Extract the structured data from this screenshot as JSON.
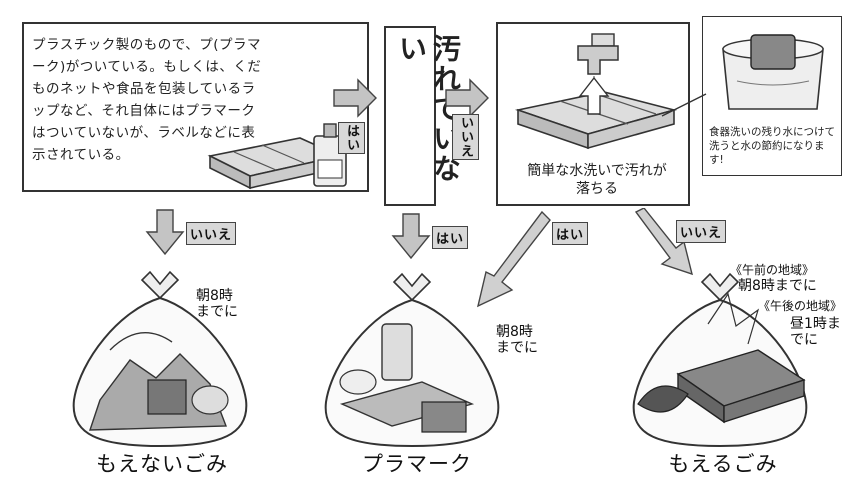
{
  "intro_box": {
    "text": "プラスチック製のもので、プ(プラマーク)がついている。もしくは、くだものネットや食品を包装しているラップなど、それ自体にはプラマークはついていないが、ラベルなどに表示されている。",
    "mark": "プ"
  },
  "condition": {
    "text": "汚れていない"
  },
  "wash_box": {
    "caption": "簡単な水洗いで汚れが落ちる"
  },
  "tip_box": {
    "text": "食器洗いの残り水につけて洗うと水の節約になります!"
  },
  "labels": {
    "yes_1": "はい",
    "no_1": "いいえ",
    "no_intro": "いいえ",
    "yes_cond": "はい",
    "yes_wash": "はい",
    "no_wash": "いいえ"
  },
  "bags": {
    "nonburnable": {
      "label": "もえないごみ",
      "time": "朝8時までに"
    },
    "plastic": {
      "label": "プラマーク",
      "time": "朝8時までに"
    },
    "burnable": {
      "label": "もえるごみ",
      "am_area": "《午前の地域》",
      "am_time": "朝8時までに",
      "pm_area": "《午後の地域》",
      "pm_time": "昼1時までに"
    }
  }
}
